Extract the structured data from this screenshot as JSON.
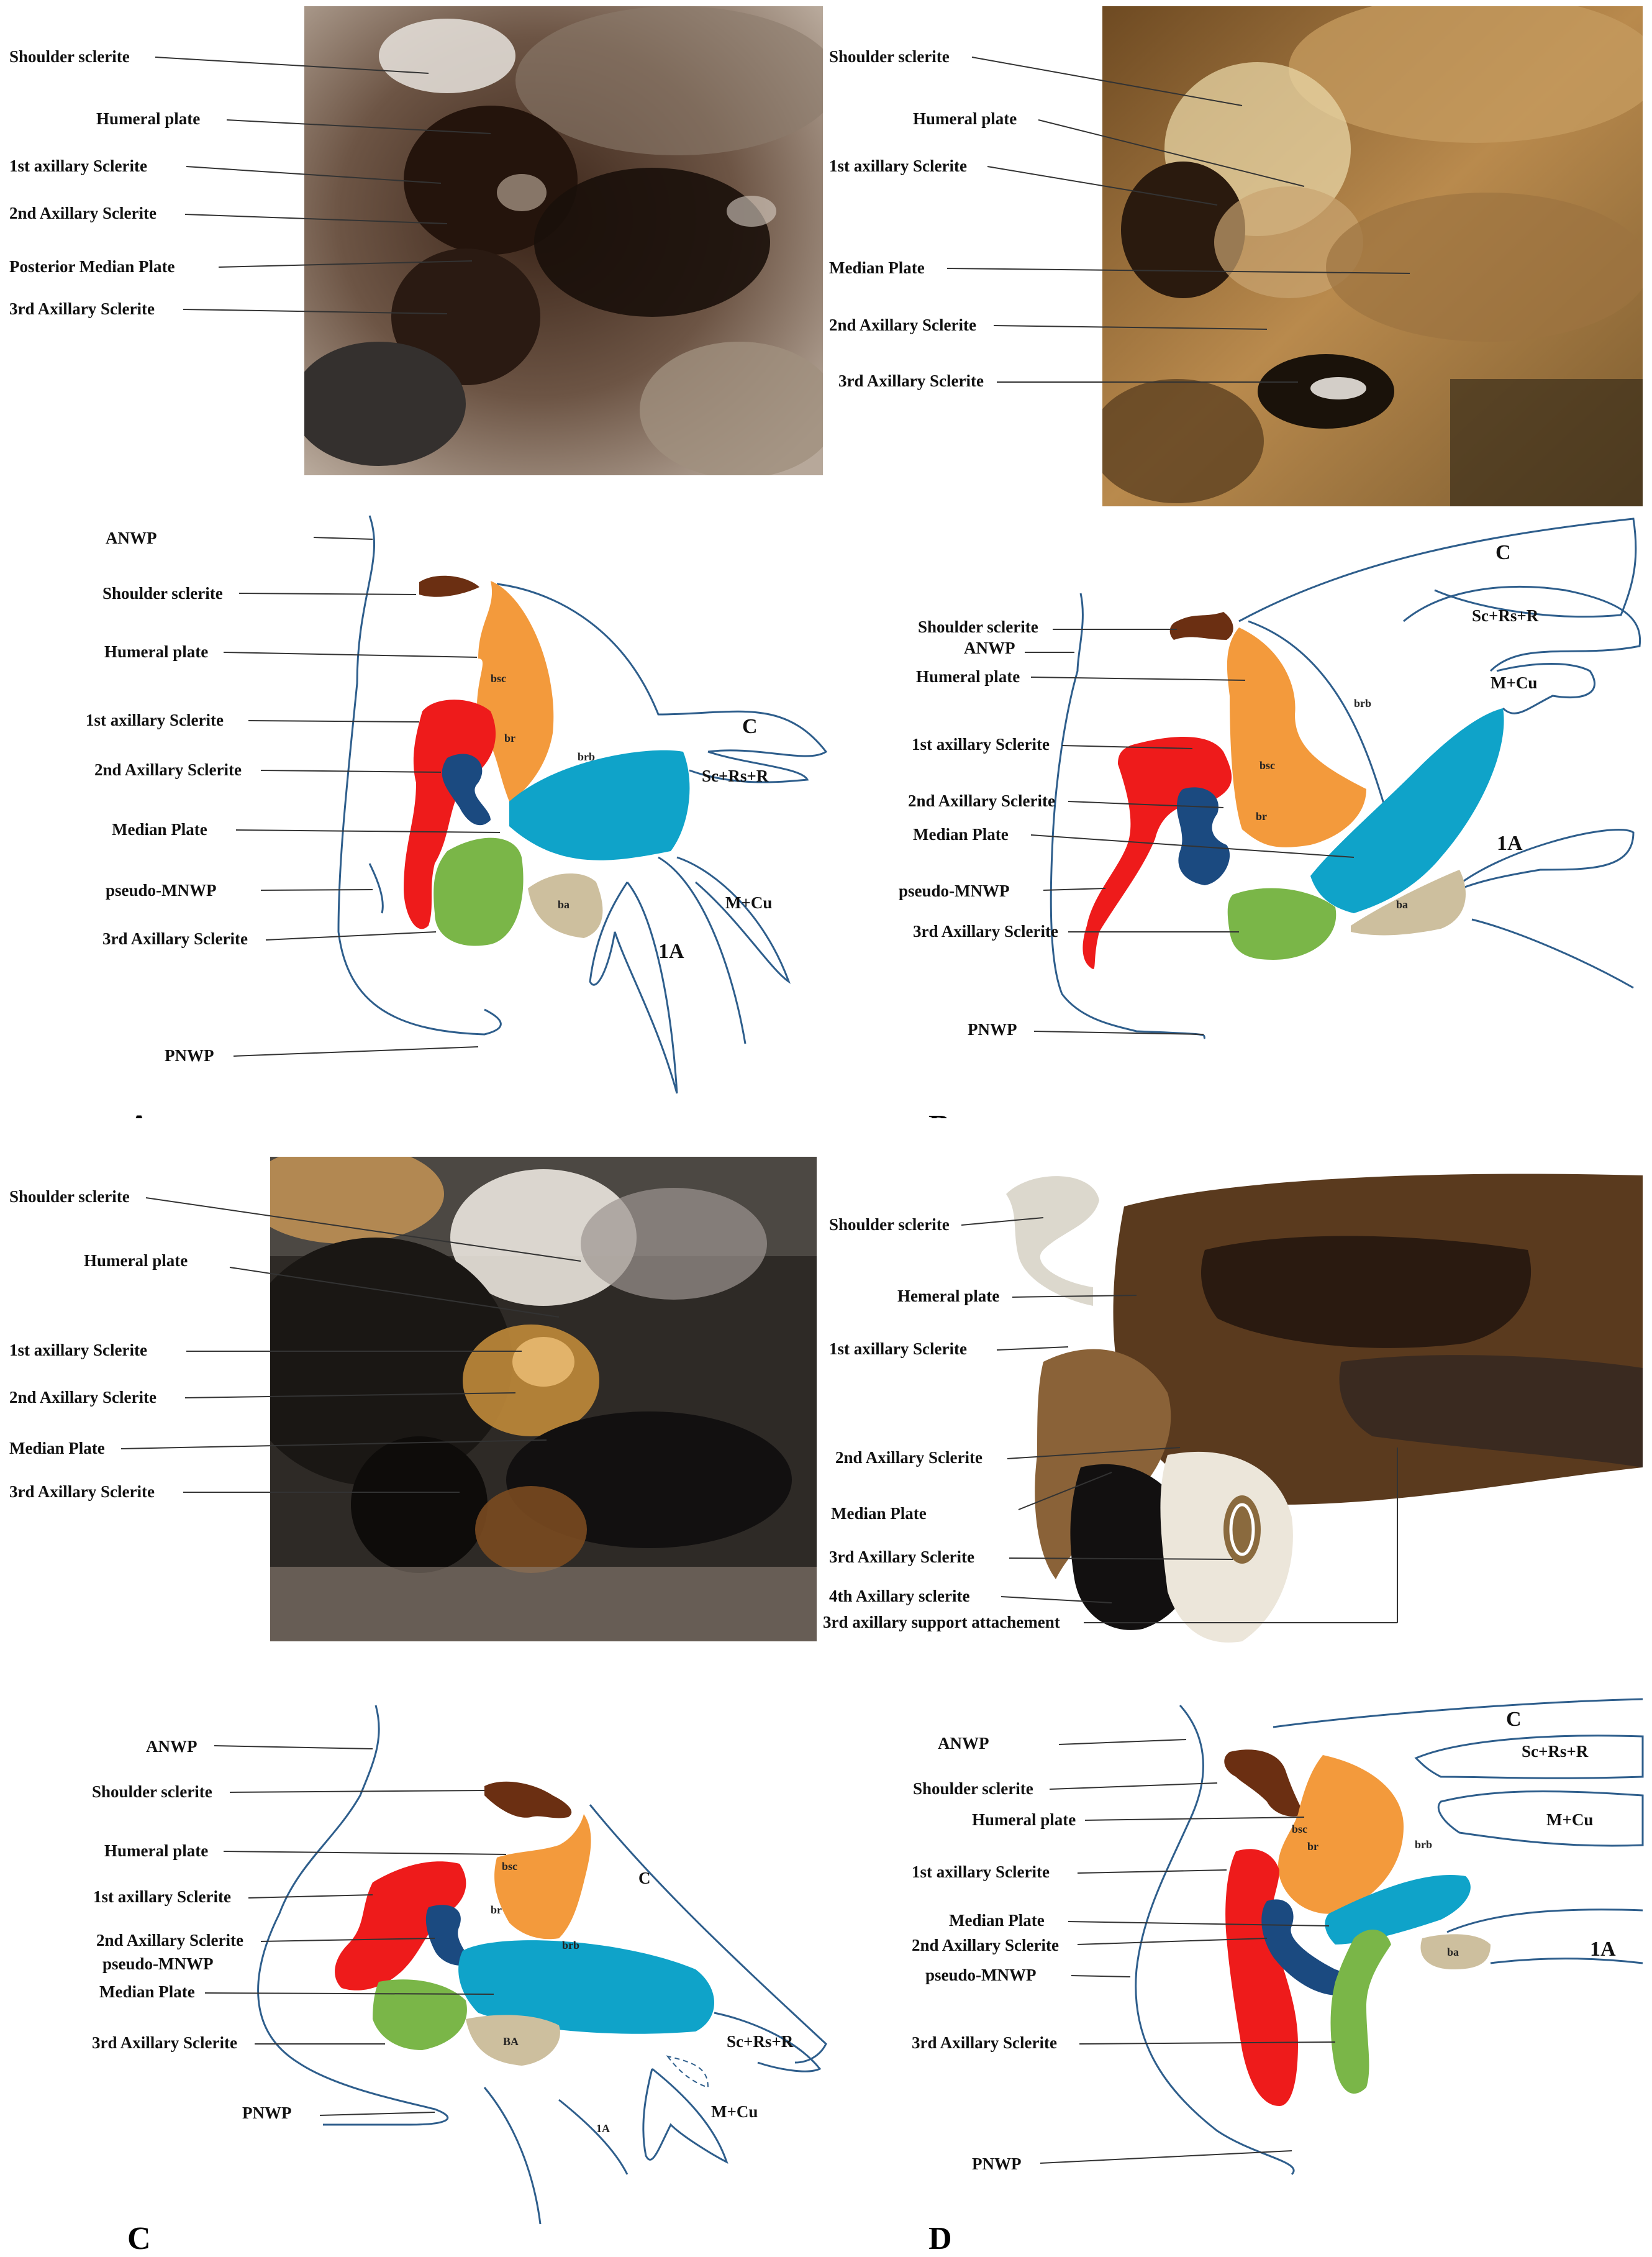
{
  "panels": {
    "A": {
      "letter": "A",
      "photo_labels": [
        "Shoulder sclerite",
        "Humeral  plate",
        "1st axillary Sclerite",
        "2nd Axillary Sclerite",
        "Posterior Median Plate",
        "3rd Axillary Sclerite"
      ],
      "diagram_labels": [
        "ANWP",
        "Shoulder sclerite",
        "Humeral plate",
        "1st axillary Sclerite",
        "2nd Axillary Sclerite",
        "Median Plate",
        "pseudo-MNWP",
        "3rd Axillary Sclerite",
        "PNWP"
      ],
      "vein_labels": {
        "c": "C",
        "scrsr": "Sc+Rs+R",
        "mcu": "M+Cu",
        "a1": "1A"
      },
      "part_labels": {
        "bsc": "bsc",
        "br": "br",
        "brb": "brb",
        "ba": "ba"
      }
    },
    "B": {
      "letter": "B",
      "photo_labels": [
        "Shoulder sclerite",
        "Humeral plate",
        "1st axillary Sclerite",
        "Median Plate",
        "2nd Axillary Sclerite",
        "3rd Axillary Sclerite"
      ],
      "diagram_labels": [
        "Shoulder sclerite",
        "ANWP",
        "Humeral plate",
        "1st axillary Sclerite",
        "2nd Axillary Sclerite",
        "Median Plate",
        "pseudo-MNWP",
        "3rd Axillary Sclerite",
        "PNWP"
      ],
      "vein_labels": {
        "c": "C",
        "scrsr": "Sc+Rs+R",
        "mcu": "M+Cu",
        "a1": "1A"
      },
      "part_labels": {
        "bsc": "bsc",
        "br": "br",
        "brb": "brb",
        "ba": "ba"
      }
    },
    "C": {
      "letter": "C",
      "photo_labels": [
        "Shoulder sclerite",
        "Humeral plate",
        "1st axillary Sclerite",
        "2nd Axillary Sclerite",
        "Median Plate",
        "3rd Axillary Sclerite"
      ],
      "diagram_labels": [
        "ANWP",
        "Shoulder sclerite",
        "Humeral plate",
        "1st axillary Sclerite",
        "2nd Axillary Sclerite",
        "pseudo-MNWP",
        "Median Plate",
        "3rd Axillary Sclerite",
        "PNWP"
      ],
      "vein_labels": {
        "c": "C",
        "scrsr": "Sc+Rs+R",
        "mcu": "M+Cu",
        "a1": "1A"
      },
      "part_labels": {
        "bsc": "bsc",
        "br": "br",
        "brb": "brb",
        "ba": "BA"
      }
    },
    "D": {
      "letter": "D",
      "photo_labels": [
        "Shoulder sclerite",
        "Hemeral plate",
        "1st axillary Sclerite",
        "2nd Axillary Sclerite",
        "Median Plate",
        "3rd Axillary Sclerite",
        "4th Axillary sclerite",
        "3rd axillary support attachement"
      ],
      "diagram_labels": [
        "ANWP",
        "Shoulder sclerite",
        "Humeral plate",
        "1st axillary Sclerite",
        "Median Plate",
        "2nd Axillary Sclerite",
        "pseudo-MNWP",
        "3rd Axillary Sclerite",
        "PNWP"
      ],
      "vein_labels": {
        "c": "C",
        "scrsr": "Sc+Rs+R",
        "mcu": "M+Cu",
        "a1": "1A"
      },
      "part_labels": {
        "bsc": "bsc",
        "br": "br",
        "brb": "brb",
        "ba": "ba"
      }
    }
  },
  "colors": {
    "shoulder_sclerite": "#6b2f12",
    "humeral_plate": "#f39a3c",
    "first_axillary": "#ee1b1b",
    "second_axillary": "#1b4a80",
    "median_plate": "#0fa3c9",
    "third_axillary": "#7ab648",
    "basalare": "#cdbf9e",
    "outline": "#2e5e8c"
  }
}
